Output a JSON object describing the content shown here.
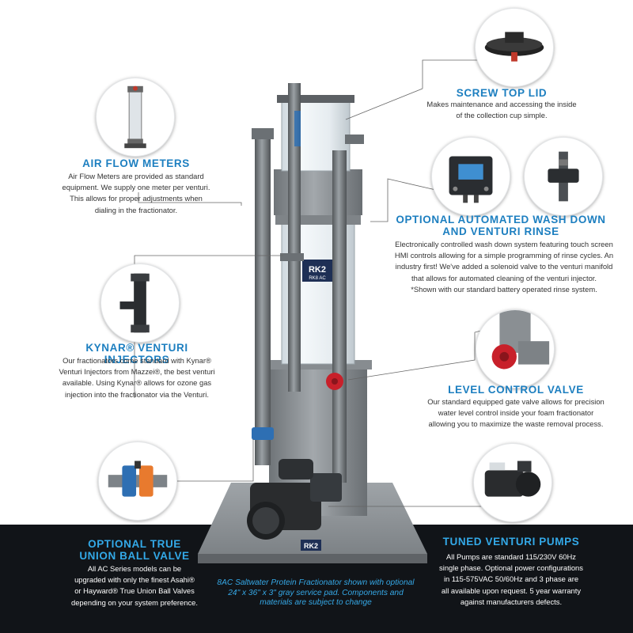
{
  "colors": {
    "accent": "#1d7fc0",
    "dark_band": "#111418",
    "caption": "#35a8e6"
  },
  "product": {
    "logo": "RK2",
    "model_label": "RK8 AC",
    "pad_logo": "RK2"
  },
  "features": {
    "screw_top_lid": {
      "title": "SCREW TOP LID",
      "lines": [
        "Makes maintenance and accessing the inside",
        "of the collection cup simple."
      ],
      "icon": "screw-lid-icon"
    },
    "air_flow_meters": {
      "title": "AIR FLOW METERS",
      "lines": [
        "Air Flow Meters are provided as standard",
        "equipment. We supply one meter per venturi.",
        "This allows for proper adjustments when",
        "dialing in the fractionator."
      ],
      "icon": "flow-meter-icon"
    },
    "wash_down": {
      "title_lines": [
        "OPTIONAL AUTOMATED WASH DOWN",
        "AND VENTURI RINSE"
      ],
      "lines": [
        "Electronically controlled wash down system featuring touch screen",
        "HMI controls allowing for a simple programming of rinse cycles. An",
        "industry first! We've added a solenoid valve to the venturi manifold",
        "that allows for automated cleaning of the venturi injector.",
        "*Shown with our standard battery operated rinse system."
      ],
      "icons": [
        "control-box-icon",
        "solenoid-valve-icon"
      ]
    },
    "kynar_venturi": {
      "title": "KYNAR® VENTURI INJECTORS",
      "lines": [
        "Our fractionators come standard with Kynar®",
        "Venturi Injectors from Mazzei®, the best venturi",
        "available. Using Kynar® allows for ozone gas",
        "injection into the fractionator via the Venturi."
      ],
      "icon": "venturi-injector-icon"
    },
    "level_control": {
      "title": "LEVEL CONTROL VALVE",
      "lines": [
        "Our standard equipped gate valve allows for precision",
        "water level control inside your foam fractionator",
        "allowing you to maximize the waste removal process."
      ],
      "icon": "gate-valve-icon"
    },
    "ball_valve": {
      "title_lines": [
        "OPTIONAL TRUE",
        "UNION BALL VALVE"
      ],
      "lines": [
        "All AC Series models can be",
        "upgraded with only the finest Asahi®",
        "or Hayward® True Union Ball Valves",
        "depending on your system preference."
      ],
      "icon": "ball-valve-icon"
    },
    "pumps": {
      "title": "TUNED VENTURI PUMPS",
      "lines": [
        "All Pumps are standard 115/230V 60Hz",
        "single phase. Optional power configurations",
        "in 115-575VAC 50/60Hz and 3 phase are",
        "all available upon request. 5 year warranty",
        "against manufacturers defects."
      ],
      "icon": "pump-icon"
    }
  },
  "caption": {
    "lines": [
      "8AC Saltwater Protein Fractionator shown with optional",
      "24\" x 36\" x 3\" gray service pad. Components and",
      "materials are subject to change"
    ]
  }
}
